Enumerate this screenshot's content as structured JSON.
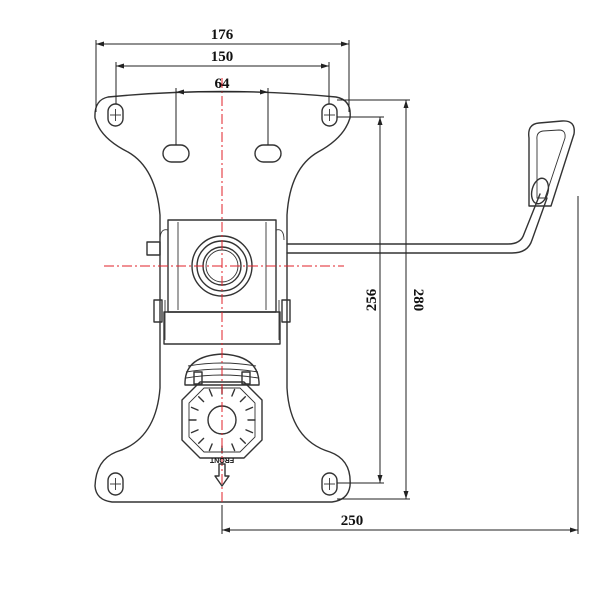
{
  "drawing": {
    "dimensions": {
      "overall_width": "176",
      "outer_slot_spacing": "150",
      "inner_slot_spacing": "64",
      "inner_height": "256",
      "overall_height": "280",
      "lever_reach": "250"
    },
    "front_label": "FRONT"
  },
  "colors": {
    "line": "#333333",
    "centerline": "#e0202a"
  }
}
